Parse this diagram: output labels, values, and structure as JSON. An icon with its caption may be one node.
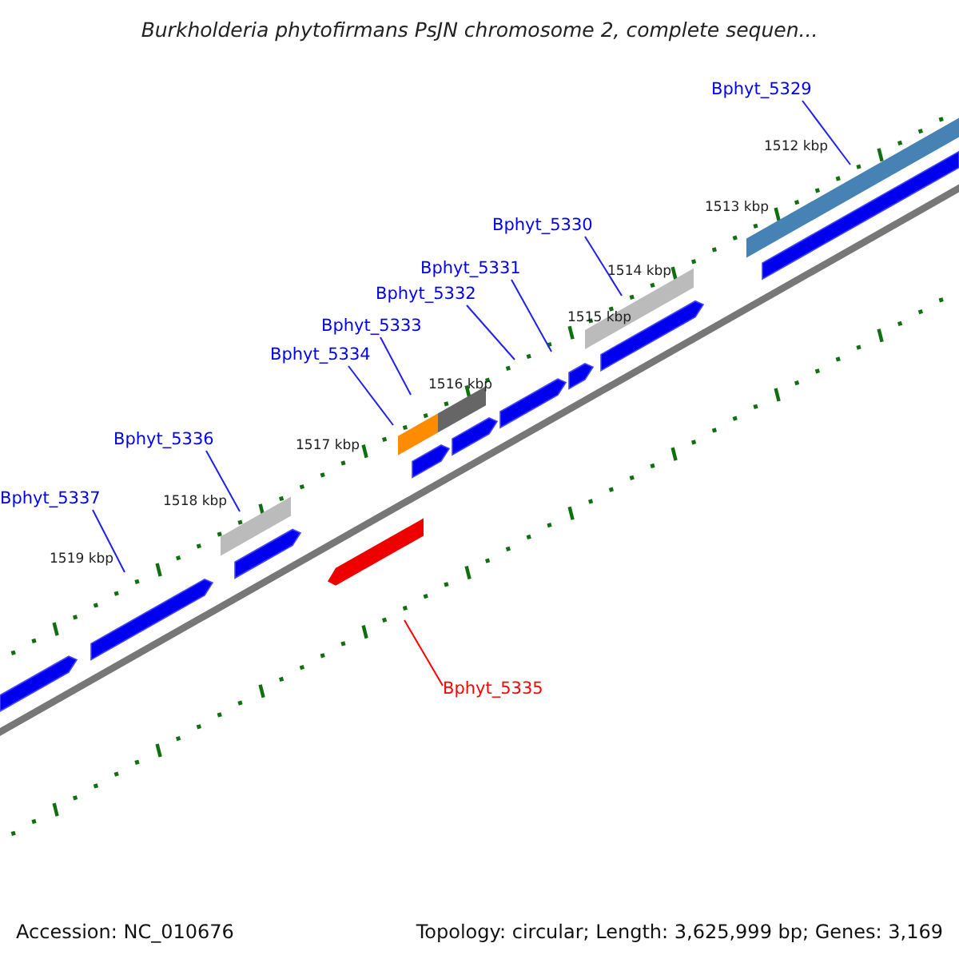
{
  "diagram": {
    "title": "Burkholderia phytofirmans PsJN chromosome 2, complete sequen...",
    "nodes": [
      {
        "text": [
          "Bphyt_5329"
        ]
      },
      {
        "text": [
          "Bphyt_5330"
        ]
      },
      {
        "text": [
          "Bphyt_5331"
        ]
      },
      {
        "text": [
          "Bphyt_5332"
        ]
      },
      {
        "text": [
          "Bphyt_5333"
        ]
      },
      {
        "text": [
          "Bphyt_5334"
        ]
      },
      {
        "text": [
          "Bphyt_5336"
        ]
      },
      {
        "text": [
          "Bphyt_5337"
        ]
      },
      {
        "text": [
          "Bphyt_5335"
        ]
      }
    ],
    "edges": [
      {
        "from": 0,
        "to": null,
        "arrow": "none"
      },
      {
        "from": 1,
        "to": null,
        "arrow": "none"
      },
      {
        "from": 2,
        "to": null,
        "arrow": "none"
      },
      {
        "from": 3,
        "to": null,
        "arrow": "none"
      },
      {
        "from": 4,
        "to": null,
        "arrow": "none"
      },
      {
        "from": 5,
        "to": null,
        "arrow": "none"
      },
      {
        "from": 6,
        "to": null,
        "arrow": "none"
      },
      {
        "from": 7,
        "to": null,
        "arrow": "none"
      },
      {
        "from": 8,
        "to": null,
        "arrow": "none",
        "color": "#ff0000"
      }
    ],
    "labels": [
      "1512 kbp",
      "1513 kbp",
      "1514 kbp",
      "1515 kbp",
      "1516 kbp",
      "1517 kbp",
      "1518 kbp",
      "1519 kbp",
      "Accession: NC_010676",
      "Topology: circular; Length: 3,625,999 bp; Genes: 3,169"
    ]
  }
}
